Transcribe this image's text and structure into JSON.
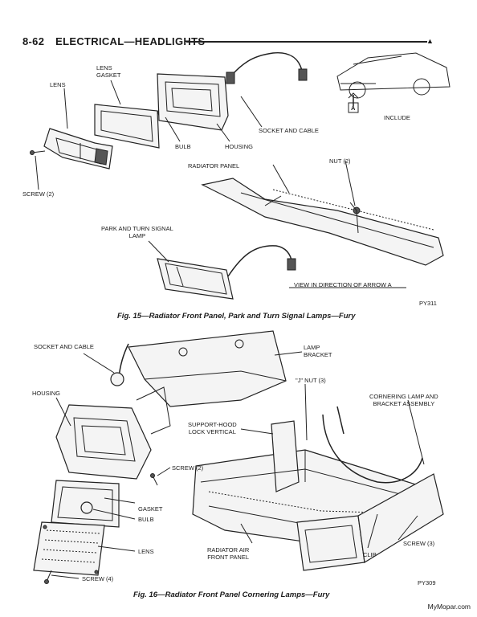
{
  "header": {
    "page_number": "8-62",
    "title": "ELECTRICAL—HEADLIGHTS"
  },
  "fig15": {
    "labels": {
      "lens": "LENS",
      "lens_gasket": "LENS\nGASKET",
      "housing": "HOUSING",
      "bulb": "BULB",
      "socket_cable": "SOCKET AND CABLE",
      "screw": "SCREW (2)",
      "radiator_panel": "RADIATOR PANEL",
      "nut": "NUT (2)",
      "park_turn": "PARK AND TURN SIGNAL\nLAMP",
      "include": "INCLUDE",
      "arrow_a": "A",
      "view": "VIEW IN DIRECTION OF ARROW A"
    },
    "code": "PY311",
    "caption": "Fig. 15—Radiator Front Panel, Park and Turn Signal Lamps—Fury"
  },
  "fig16": {
    "labels": {
      "socket_cable": "SOCKET AND CABLE",
      "lamp_bracket": "LAMP\nBRACKET",
      "housing": "HOUSING",
      "j_nut": "\"J\" NUT (3)",
      "cornering": "CORNERING LAMP AND\nBRACKET ASSEMBLY",
      "support_hood": "SUPPORT-HOOD\nLOCK VERTICAL",
      "screw2": "SCREW (2)",
      "gasket": "GASKET",
      "bulb": "BULB",
      "lens": "LENS",
      "screw3": "SCREW (3)",
      "clip": "CLIP",
      "radiator_air": "RADIATOR AIR\nFRONT PANEL",
      "screw4": "SCREW (4)"
    },
    "code": "PY309",
    "caption": "Fig. 16—Radiator Front Panel Cornering Lamps—Fury"
  },
  "watermark": "MyMopar.com"
}
